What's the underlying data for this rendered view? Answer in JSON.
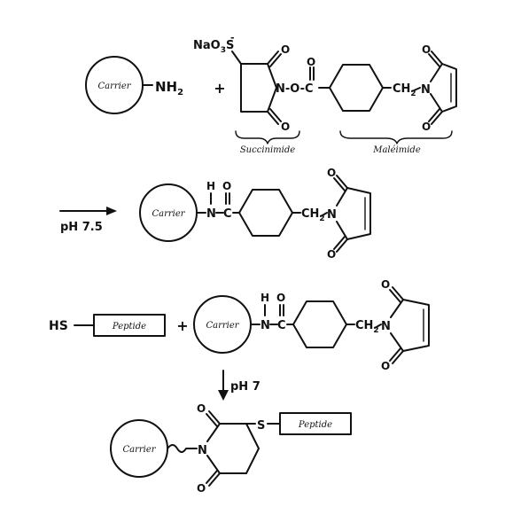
{
  "labels": {
    "carrier": "Carrier",
    "peptide": "Peptide",
    "nh2": "NH",
    "nh2_sub": "2",
    "plus": "+",
    "nao3s": "NaO",
    "nao3s_sub": "3",
    "nao3s_s": "S",
    "minus": "-",
    "n": "N",
    "o": "O",
    "c": "C",
    "h": "H",
    "s": "S",
    "hs": "HS",
    "o_link": "N-O-C",
    "ch2": "CH",
    "ch2_sub": "2",
    "succinimide": "Succinimide",
    "maleimide": "Maléimide",
    "ph75": "pH 7.5",
    "ph7": "pH 7"
  }
}
